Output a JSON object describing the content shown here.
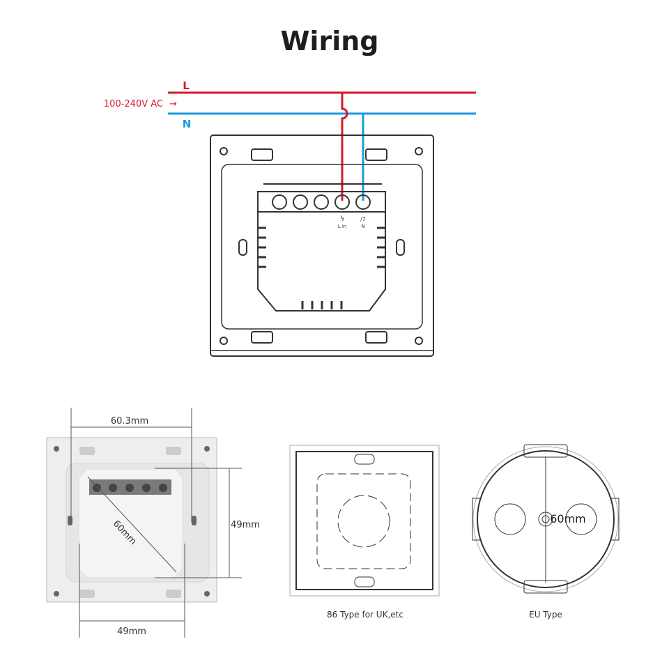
{
  "title": "Wiring",
  "supply": {
    "label": "100-240V AC",
    "arrow": "→",
    "live": "L",
    "neutral": "N"
  },
  "terminals": {
    "live_label": "L in",
    "neutral_label": "N",
    "live_symbol": "ϟ",
    "neutral_symbol": "/7"
  },
  "dimensions": {
    "width_top": "60.3mm",
    "height_right": "49mm",
    "diagonal": "60mm",
    "width_bottom": "49mm",
    "eu_diameter": "60mm"
  },
  "captions": {
    "uk_box": "86 Type for UK,etc",
    "eu_box": "EU Type"
  },
  "colors": {
    "live": "#d7182a",
    "neutral": "#1a9be0"
  }
}
